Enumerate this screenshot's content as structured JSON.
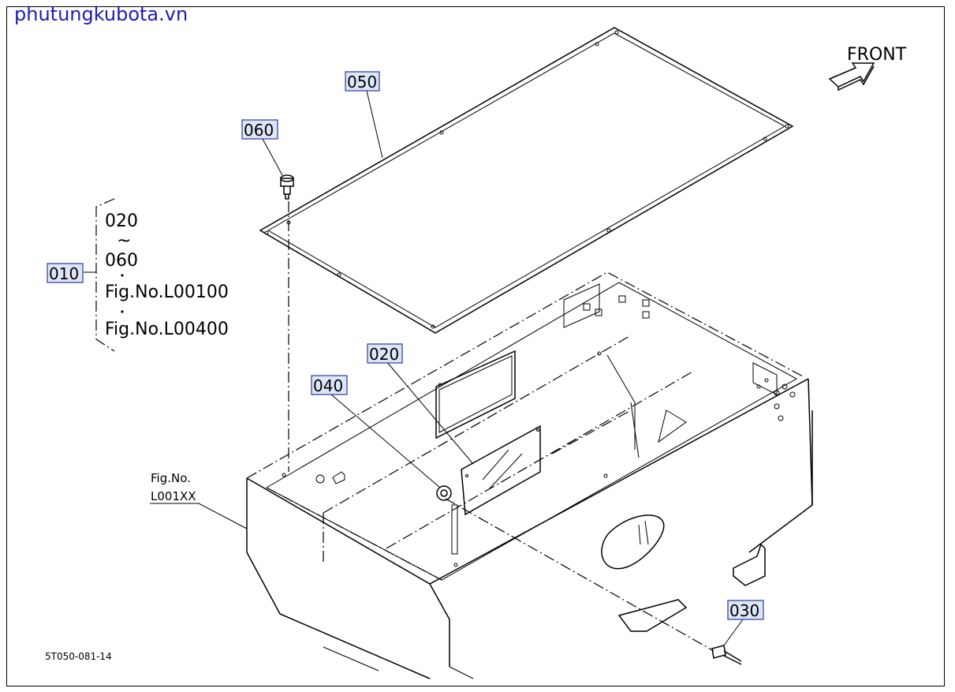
{
  "watermark": "phutungkubota.vn",
  "front_label": "FRONT",
  "callouts": {
    "c010": "010",
    "c020": "020",
    "c030": "030",
    "c040": "040",
    "c050": "050",
    "c060": "060"
  },
  "group_list": {
    "from": "020",
    "tilde": "~",
    "to": "060",
    "fig1": "Fig.No.L00100",
    "fig2": "Fig.No.L00400"
  },
  "fig_ref": {
    "line1": "Fig.No.",
    "line2": "L001XX"
  },
  "drawing_code": "5T050-081-14",
  "colors": {
    "watermark": "#1b1bb5",
    "callout_fill": "#dde6f7",
    "callout_border": "#2a3aa0"
  }
}
